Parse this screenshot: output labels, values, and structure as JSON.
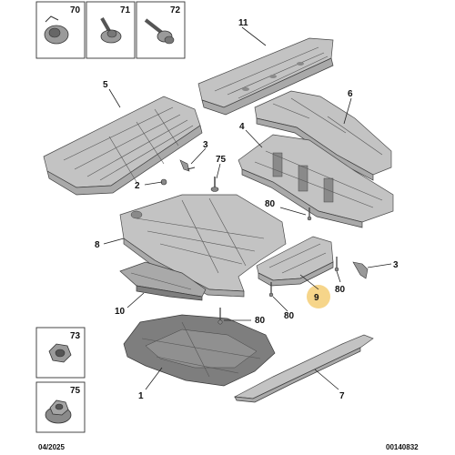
{
  "legend_top": [
    {
      "number": "70",
      "icon": "clip-nut"
    },
    {
      "number": "71",
      "icon": "flange-bolt"
    },
    {
      "number": "72",
      "icon": "stud-clip"
    }
  ],
  "legend_left": [
    {
      "number": "73",
      "icon": "hex-nut"
    },
    {
      "number": "75",
      "icon": "flange-nut"
    }
  ],
  "callouts": {
    "c11": "11",
    "c5": "5",
    "c6": "6",
    "c4": "4",
    "c3a": "3",
    "c75": "75",
    "c2": "2",
    "c80a": "80",
    "c8": "8",
    "c3b": "3",
    "c10": "10",
    "c80b": "80",
    "c80c": "80",
    "c9": "9",
    "c80d": "80",
    "c1": "1",
    "c7": "7"
  },
  "highlight_color": "#f6d58a",
  "footer": {
    "date": "04/2025",
    "reference": "00140832"
  }
}
